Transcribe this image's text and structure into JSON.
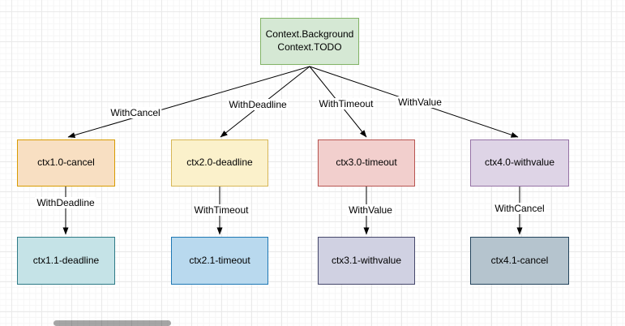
{
  "canvas": {
    "background": "#ffffff",
    "grid_major_color": "#e9e9e9",
    "grid_minor_color": "#f6f6f6",
    "edge_color": "#000000",
    "text_color": "#000000"
  },
  "nodes": [
    {
      "id": "root",
      "label": "Context.Background\nContext.TODO",
      "fill": "#d5e8d4",
      "stroke": "#82b366"
    },
    {
      "id": "ctx1-0",
      "label": "ctx1.0-cancel",
      "fill": "#f8dfc2",
      "stroke": "#d79b00"
    },
    {
      "id": "ctx2-0",
      "label": "ctx2.0-deadline",
      "fill": "#fbf1cb",
      "stroke": "#d6b656"
    },
    {
      "id": "ctx3-0",
      "label": "ctx3.0-timeout",
      "fill": "#f2cfcd",
      "stroke": "#b85450"
    },
    {
      "id": "ctx4-0",
      "label": "ctx4.0-withvalue",
      "fill": "#ded4e6",
      "stroke": "#9673a6"
    },
    {
      "id": "ctx1-1",
      "label": "ctx1.1-deadline",
      "fill": "#c5e3e7",
      "stroke": "#2d7a86"
    },
    {
      "id": "ctx2-1",
      "label": "ctx2.1-timeout",
      "fill": "#b9d9ee",
      "stroke": "#1e78b4"
    },
    {
      "id": "ctx3-1",
      "label": "ctx3.1-withvalue",
      "fill": "#d0d1e2",
      "stroke": "#45476b"
    },
    {
      "id": "ctx4-1",
      "label": "ctx4.1-cancel",
      "fill": "#b5c4ce",
      "stroke": "#23445d"
    }
  ],
  "edge_labels": {
    "fan": [
      "WithCancel",
      "WithDeadline",
      "WithTimeout",
      "WithValue"
    ],
    "vertical": [
      "WithDeadline",
      "WithTimeout",
      "WithValue",
      "WithCancel"
    ]
  }
}
